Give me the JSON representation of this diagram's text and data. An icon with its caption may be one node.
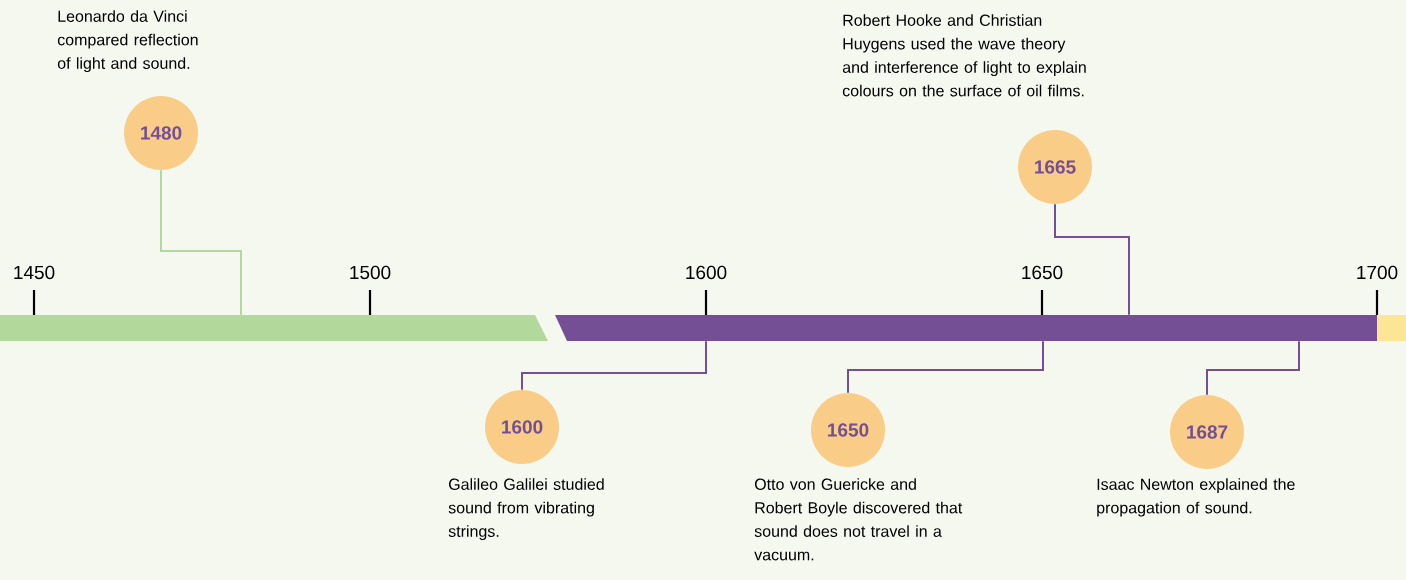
{
  "diagram": {
    "nodes": [
      {
        "text": [
          "1480"
        ],
        "beside": [
          "Leonardo da Vinci compared reflection of light and sound."
        ]
      },
      {
        "text": [
          "1600"
        ],
        "beside": [
          "Galileo Galilei studied sound from vibrating strings."
        ]
      },
      {
        "text": [
          "1650"
        ],
        "beside": [
          "Otto von Guericke and Robert Boyle discovered that sound does not travel in a vacuum."
        ]
      },
      {
        "text": [
          "1665"
        ],
        "beside": [
          "Robert Hooke and Christian Huygens used the wave theory and interference of light to explain colours on the surface of oil films."
        ]
      },
      {
        "text": [
          "1687"
        ],
        "beside": [
          "Isaac Newton explained the propagation of sound."
        ]
      },
      {
        "text": [],
        "shape": "bar"
      },
      {
        "text": [],
        "shape": "bar"
      },
      {
        "text": [],
        "shape": "bar"
      }
    ],
    "edges": [
      {
        "from": 0,
        "to": 5,
        "arrow": "none",
        "color": "#b3d89c"
      },
      {
        "from": 1,
        "to": 6,
        "arrow": "none"
      },
      {
        "from": 2,
        "to": 6,
        "arrow": "none"
      },
      {
        "from": 3,
        "to": 6,
        "arrow": "none"
      },
      {
        "from": 4,
        "to": 6,
        "arrow": "none"
      }
    ],
    "labels": [
      "1450",
      "1500",
      "1600",
      "1650",
      "1700"
    ]
  }
}
